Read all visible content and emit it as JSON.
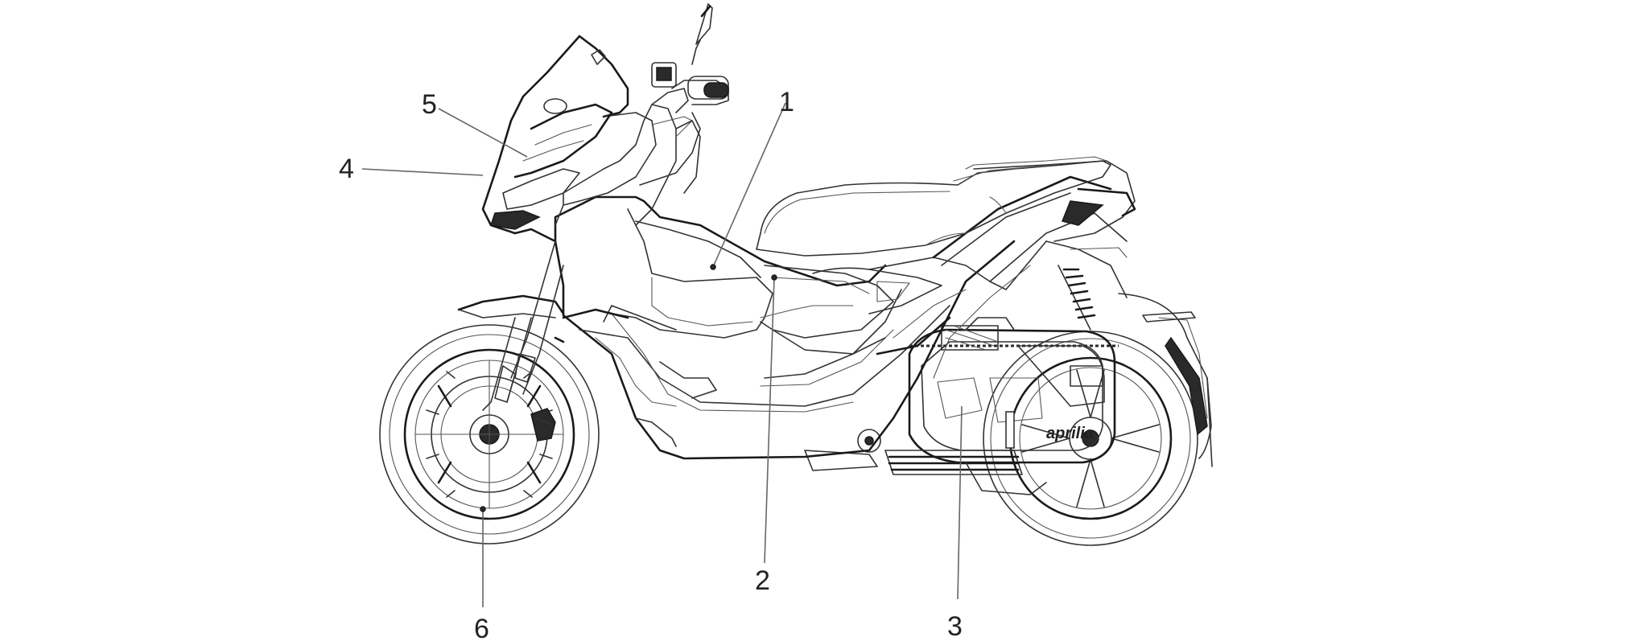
{
  "callouts": [
    {
      "id": "1",
      "text": "1"
    },
    {
      "id": "2",
      "text": "2"
    },
    {
      "id": "3",
      "text": "3"
    },
    {
      "id": "4",
      "text": "4"
    },
    {
      "id": "5",
      "text": "5"
    },
    {
      "id": "6",
      "text": "6"
    }
  ],
  "logo": {
    "text": "aprilia"
  }
}
